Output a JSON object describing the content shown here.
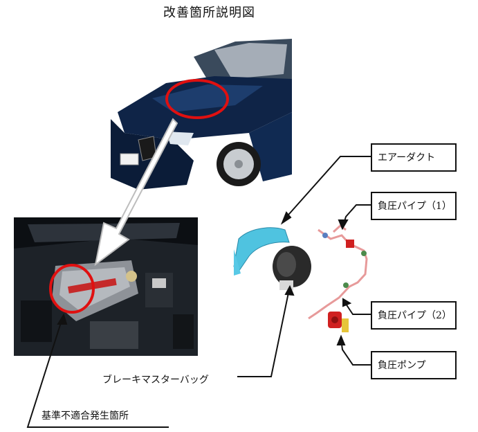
{
  "title": "改善箇所説明図",
  "labels": {
    "air_duct": "エアーダクト",
    "negative_pressure_pipe_1": "負圧パイプ（1）",
    "negative_pressure_pipe_2": "負圧パイプ（2）",
    "negative_pressure_pump": "負圧ポンプ",
    "brake_master_bag": "ブレーキマスターバッグ",
    "nonconformity_location": "基準不適合発生箇所"
  },
  "colors": {
    "highlight_circle": "#e01010",
    "car_body": "#14284a",
    "air_duct_part": "#4fc3e0",
    "pipe_part": "#e79a9a",
    "pump_part": "#d02020",
    "booster_part": "#2a2a2a"
  }
}
